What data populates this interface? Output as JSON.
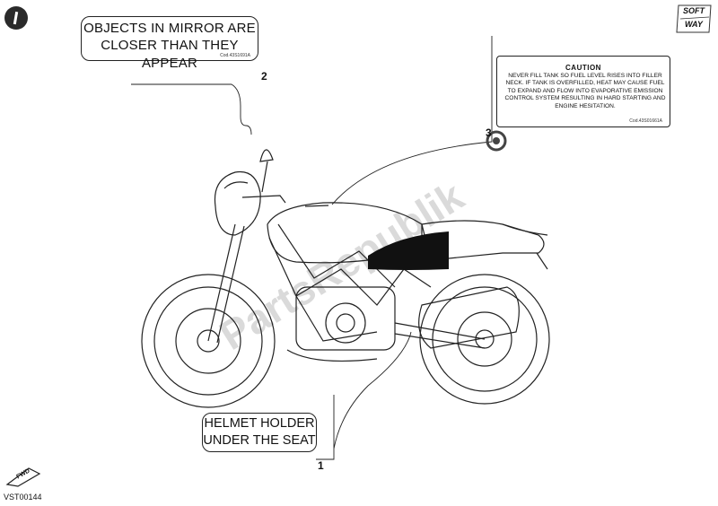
{
  "labels": {
    "mirror": {
      "line1": "OBJECTS IN MIRROR ARE",
      "line2": "CLOSER THAN THEY APPEAR",
      "code": "Cod.43S1691A"
    },
    "caution": {
      "title": "CAUTION",
      "body": "NEVER FILL TANK SO FUEL LEVEL RISES INTO FILLER NECK. IF TANK IS OVERFILLED, HEAT MAY CAUSE FUEL TO EXPAND AND FLOW INTO EVAPORATIVE EMISSION CONTROL SYSTEM RESULTING IN HARD STARTING AND ENGINE HESITATION.",
      "code": "Cod.43S01661A"
    },
    "helmet": {
      "line1": "HELMET HOLDER",
      "line2": "UNDER THE SEAT"
    }
  },
  "callouts": {
    "one": "1",
    "two": "2",
    "three": "3"
  },
  "watermark": "PartsRepublik",
  "brand": {
    "line1": "SOFT",
    "line2": "WAY"
  },
  "fwd_tag": "FWD",
  "ref_code": "VST00144"
}
